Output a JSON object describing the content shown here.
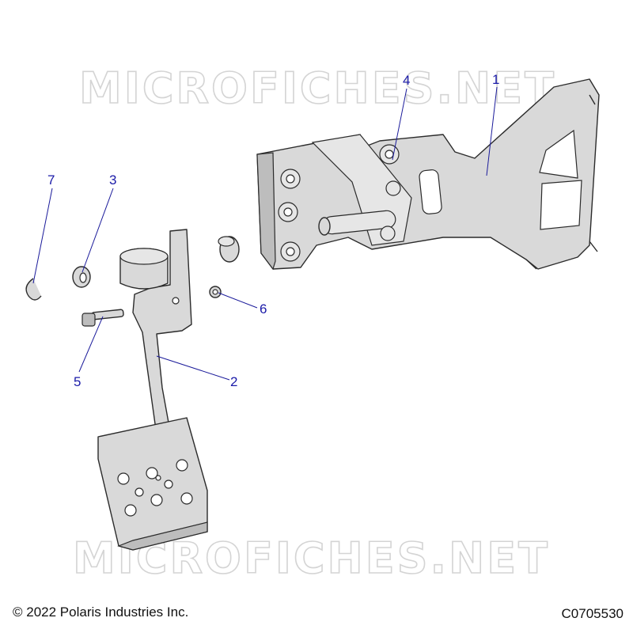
{
  "watermark": "MICROFICHES.NET",
  "callouts": [
    "1",
    "2",
    "3",
    "4",
    "5",
    "6",
    "7"
  ],
  "footer": {
    "copyright": "© 2022 Polaris Industries Inc.",
    "drawing_number": "C0705530"
  },
  "colors": {
    "callout": "#1a1aa8",
    "part_fill": "#d9d9d9",
    "outline": "#2b2b2b"
  }
}
